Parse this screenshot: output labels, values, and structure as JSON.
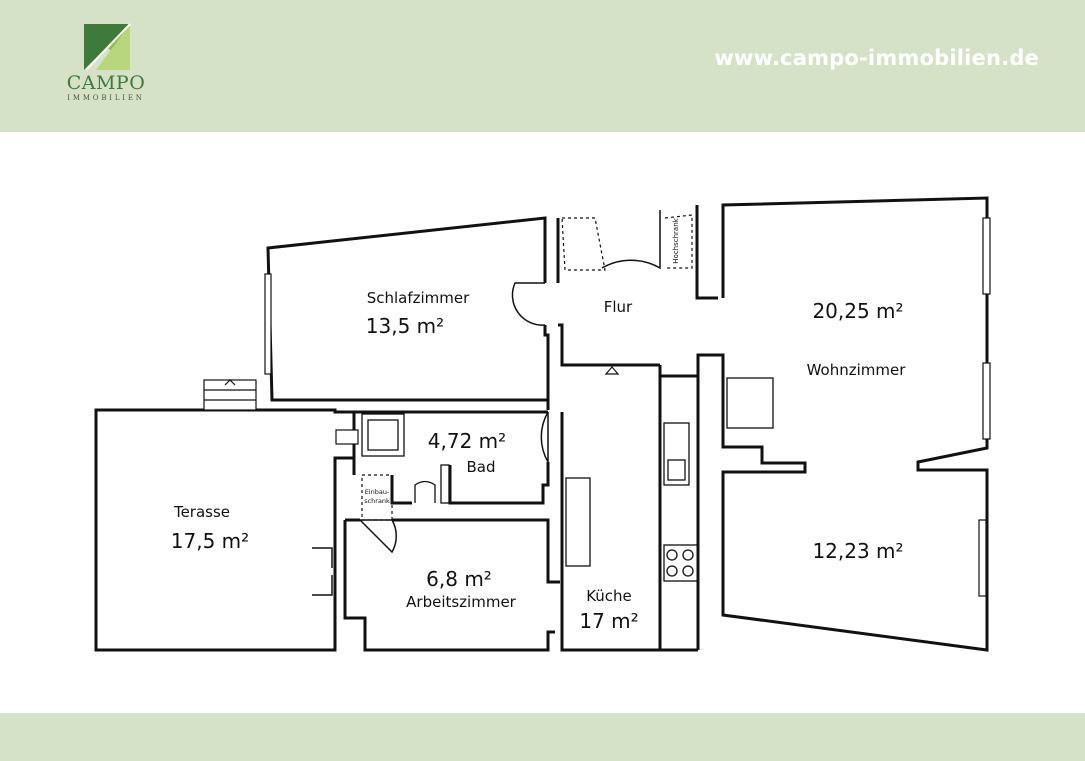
{
  "header": {
    "logo": {
      "name": "CAMPO",
      "subtitle": "IMMOBILIEN"
    },
    "website": "www.campo-immobilien.de"
  },
  "colors": {
    "band": "#d6e2c8",
    "logo_green": "#3e7a3a",
    "website_text": "#ffffff",
    "walls": "#111111"
  },
  "rooms": [
    {
      "id": "schlafzimmer",
      "name": "Schlafzimmer",
      "area": "13,5 m²"
    },
    {
      "id": "flur",
      "name": "Flur",
      "area": ""
    },
    {
      "id": "wohnzimmer",
      "name": "Wohnzimmer",
      "area_upper": "20,25 m²",
      "area_lower": "12,23 m²"
    },
    {
      "id": "bad",
      "name": "Bad",
      "area": "4,72 m²"
    },
    {
      "id": "terasse",
      "name": "Terasse",
      "area": "17,5 m²"
    },
    {
      "id": "arbeitszimmer",
      "name": "Arbeitszimmer",
      "area": "6,8 m²"
    },
    {
      "id": "kueche",
      "name": "Küche",
      "area": "17 m²"
    }
  ],
  "fixtures": {
    "hochschrank": "Hochschrank",
    "einbauschrank": [
      "Einbau-",
      "schrank"
    ]
  }
}
